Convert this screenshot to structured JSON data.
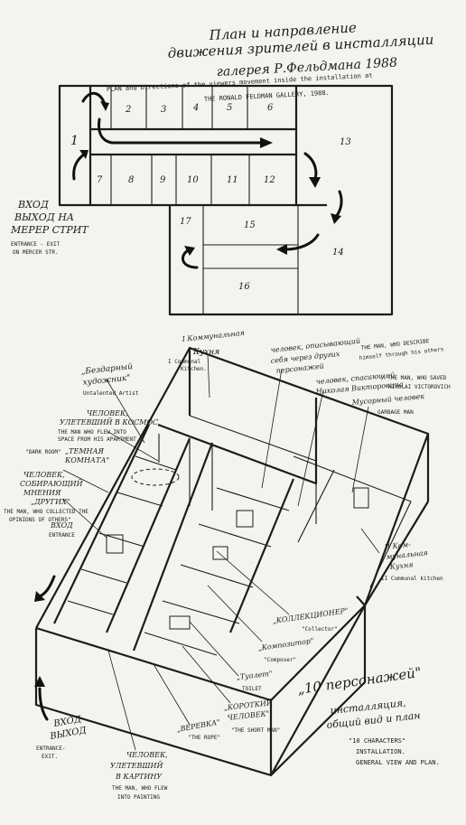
{
  "title": {
    "line1": "План и направление",
    "line2": "движения зрителей в инсталляции",
    "line3": "галерея Р.Фельдмана 1988",
    "en1": "PLAN and Directions of the viewers movement inside the installation at",
    "en2": "THE RONALD FELDMAN GALLERY, 1988."
  },
  "plan_rooms": [
    "1",
    "2",
    "3",
    "4",
    "5",
    "6",
    "7",
    "8",
    "9",
    "10",
    "11",
    "12",
    "13",
    "14",
    "15",
    "16",
    "17"
  ],
  "plan_entrance": {
    "ru1": "ВХОД",
    "ru2": "ВЫХОД НА",
    "ru3": "МЕРЕР СТРИТ",
    "en1": "ENTRANCE - EXIT",
    "en2": "ON MERCER STR."
  },
  "labels": {
    "kitchen1_ru1": "I Коммунальная",
    "kitchen1_ru2": "Кухня",
    "kitchen1_en1": "I Communal",
    "kitchen1_en2": "Kitchen.",
    "describer_ru1": "человек, описывающий",
    "describer_ru2": "себя через других",
    "describer_ru3": "персонажей",
    "describer_en1": "THE MAN, WHO DESCRIBE",
    "describer_en2": "himself through his others",
    "saver_ru1": "человек, спасающий",
    "saver_ru2": "Николая Викторовича",
    "saver_en1": "/ THE MAN, WHO SAVED",
    "saver_en2": "NIKOLAI VICTOROVICH",
    "garbage_ru": "Мусорный человек",
    "garbage_en": "GARBAGE MAN",
    "artist_ru1": "„Бездарный",
    "artist_ru2": "художник\"",
    "artist_en": "Untalented Artist",
    "space_ru1": "ЧЕЛОВЕК,",
    "space_ru2": "УЛЕТЕВШИЙ В КОСМОС",
    "space_en1": "THE MAN WHO FLEW INTO",
    "space_en2": "SPACE FROM HIS APARTMENT",
    "dark_en": "\"DARK ROOM\"",
    "dark_ru1": "„ТЕМНАЯ",
    "dark_ru2": "КОМНАТА\"",
    "opinions_ru1": "ЧЕЛОВЕК,",
    "opinions_ru2": "СОБИРАЮЩИЙ",
    "opinions_ru3": "МНЕНИЯ",
    "opinions_ru4": "„ДРУГИХ\"",
    "opinions_en1": "THE MAN, WHO COLLECTED THE",
    "opinions_en2": "OPINIONS OF OTHERS\"",
    "entrance_ru": "ВХОД",
    "entrance_en": "ENTRANCE",
    "kitchen2_ru1": "II Ком-",
    "kitchen2_ru2": "мунальная",
    "kitchen2_ru3": "Кухня",
    "kitchen2_en": "II Communal kitchen",
    "collector_ru": "„КОЛЛЕКЦИОНЕР\"",
    "collector_en": "\"Collector\"",
    "composer_ru": "„Композитор\"",
    "composer_en": "\"Composer\"",
    "toilet_ru": "„Туалет\"",
    "toilet_en": "TOILET",
    "short_ru1": "„КОРОТКИЙ",
    "short_ru2": "ЧЕЛОВЕК\"",
    "short_en": "\"THE SHORT MAN\"",
    "rope_ru": "„ВЕРЕВКА\"",
    "rope_en": "\"THE ROPE\"",
    "painting_ru1": "ЧЕЛОВЕК,",
    "painting_ru2": "УЛЕТЕВШИЙ",
    "painting_ru3": "В КАРТИНУ",
    "painting_en1": "THE MAN, WHO FLEW",
    "painting_en2": "INTO PAINTING",
    "exit_ru1": "ВХОД",
    "exit_ru2": "ВЫХОД",
    "exit_en1": "ENTRANCE-",
    "exit_en2": "EXIT."
  },
  "caption": {
    "ru1": "„10 персонажей\"",
    "ru2": "инсталляция,",
    "ru3": "общий вид и план",
    "en1": "\"10 CHARACTERS\"",
    "en2": "INSTALLATION.",
    "en3": "GENERAL VIEW AND PLAN."
  }
}
